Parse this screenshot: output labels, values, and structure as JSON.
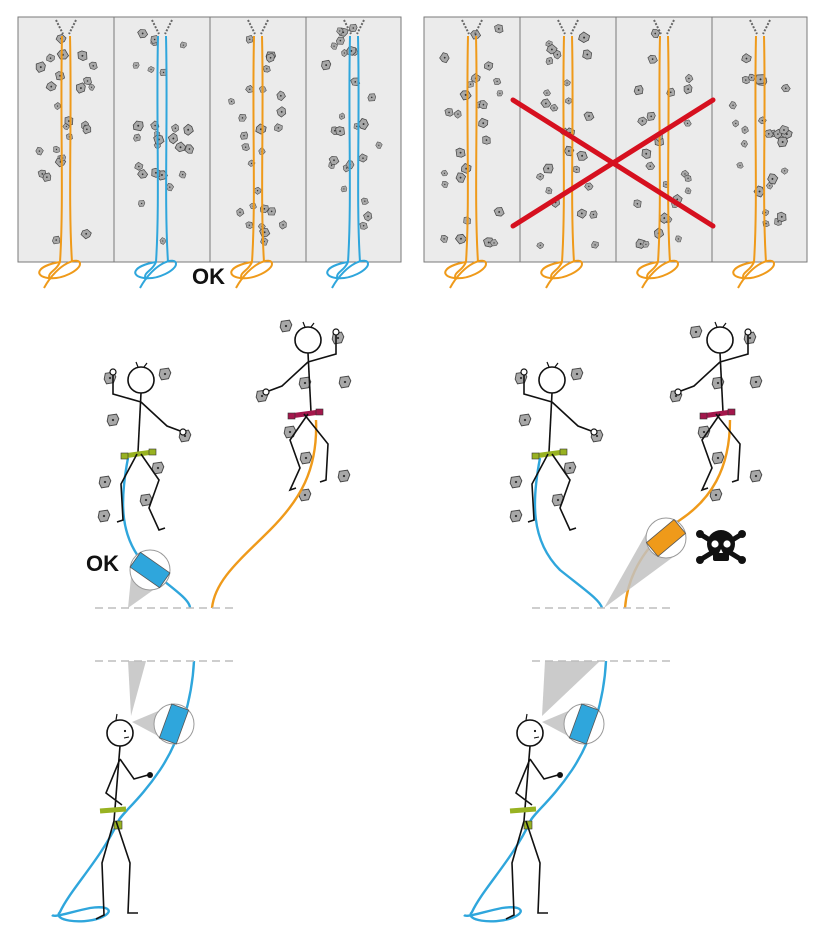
{
  "labels": {
    "ok_top": "OK",
    "ok_middle": "OK"
  },
  "icons": {
    "cross_mark": "red-x-icon",
    "danger": "skull-crossbones-icon"
  },
  "colors": {
    "rope_orange": "#ef9a1a",
    "rope_blue": "#2fa6dc",
    "wall": "#ebebeb",
    "wall_border": "#7a7a7a",
    "cross": "#d6101f",
    "harness_green": "#98b221",
    "harness_red": "#a3174c",
    "hold": "#a8a8a8",
    "dash": "#bdbdbd",
    "lens": "#c2c2c2"
  },
  "panels": {
    "correct_ropes": [
      "orange",
      "blue",
      "orange",
      "blue"
    ],
    "incorrect_ropes": [
      "orange",
      "orange",
      "orange",
      "orange"
    ]
  }
}
